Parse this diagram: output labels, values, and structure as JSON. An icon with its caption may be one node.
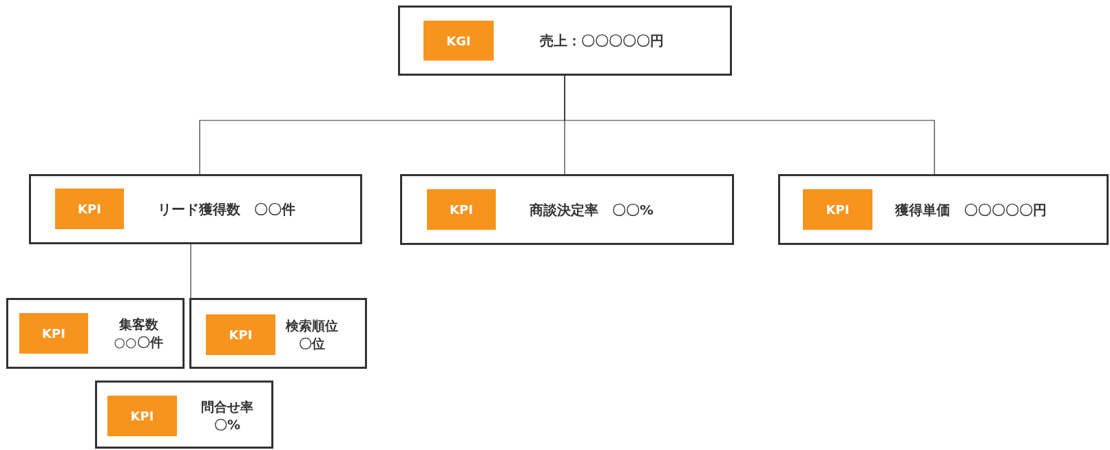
{
  "diagram": {
    "nodes": [
      {
        "text": [
          "売上：〇〇〇〇〇円"
        ]
      },
      {
        "text": [
          "KGI"
        ],
        "in": 0
      },
      {
        "text": [
          "リード獲得数　〇〇件"
        ]
      },
      {
        "text": [
          "KPI"
        ],
        "in": 2
      },
      {
        "text": [
          "商談決定率　〇〇%"
        ]
      },
      {
        "text": [
          "KPI"
        ],
        "in": 4
      },
      {
        "text": [
          "獲得単価　〇〇〇〇〇円"
        ]
      },
      {
        "text": [
          "KPI"
        ],
        "in": 6
      },
      {
        "text": [
          "集客数",
          "○○〇件"
        ]
      },
      {
        "text": [
          "KPI"
        ],
        "in": 8
      },
      {
        "text": [
          "検索順位",
          "〇位"
        ]
      },
      {
        "text": [
          "KPI"
        ],
        "in": 10
      },
      {
        "text": [
          "問合せ率",
          "〇%"
        ]
      },
      {
        "text": [
          "KPI"
        ],
        "in": 12
      }
    ],
    "edges": [
      {
        "from": 0,
        "to": 2,
        "arrow": "none"
      },
      {
        "from": 0,
        "to": 4,
        "arrow": "none"
      },
      {
        "from": 0,
        "to": 6,
        "arrow": "none"
      },
      {
        "from": 2,
        "to": 10,
        "arrow": "none"
      }
    ]
  }
}
